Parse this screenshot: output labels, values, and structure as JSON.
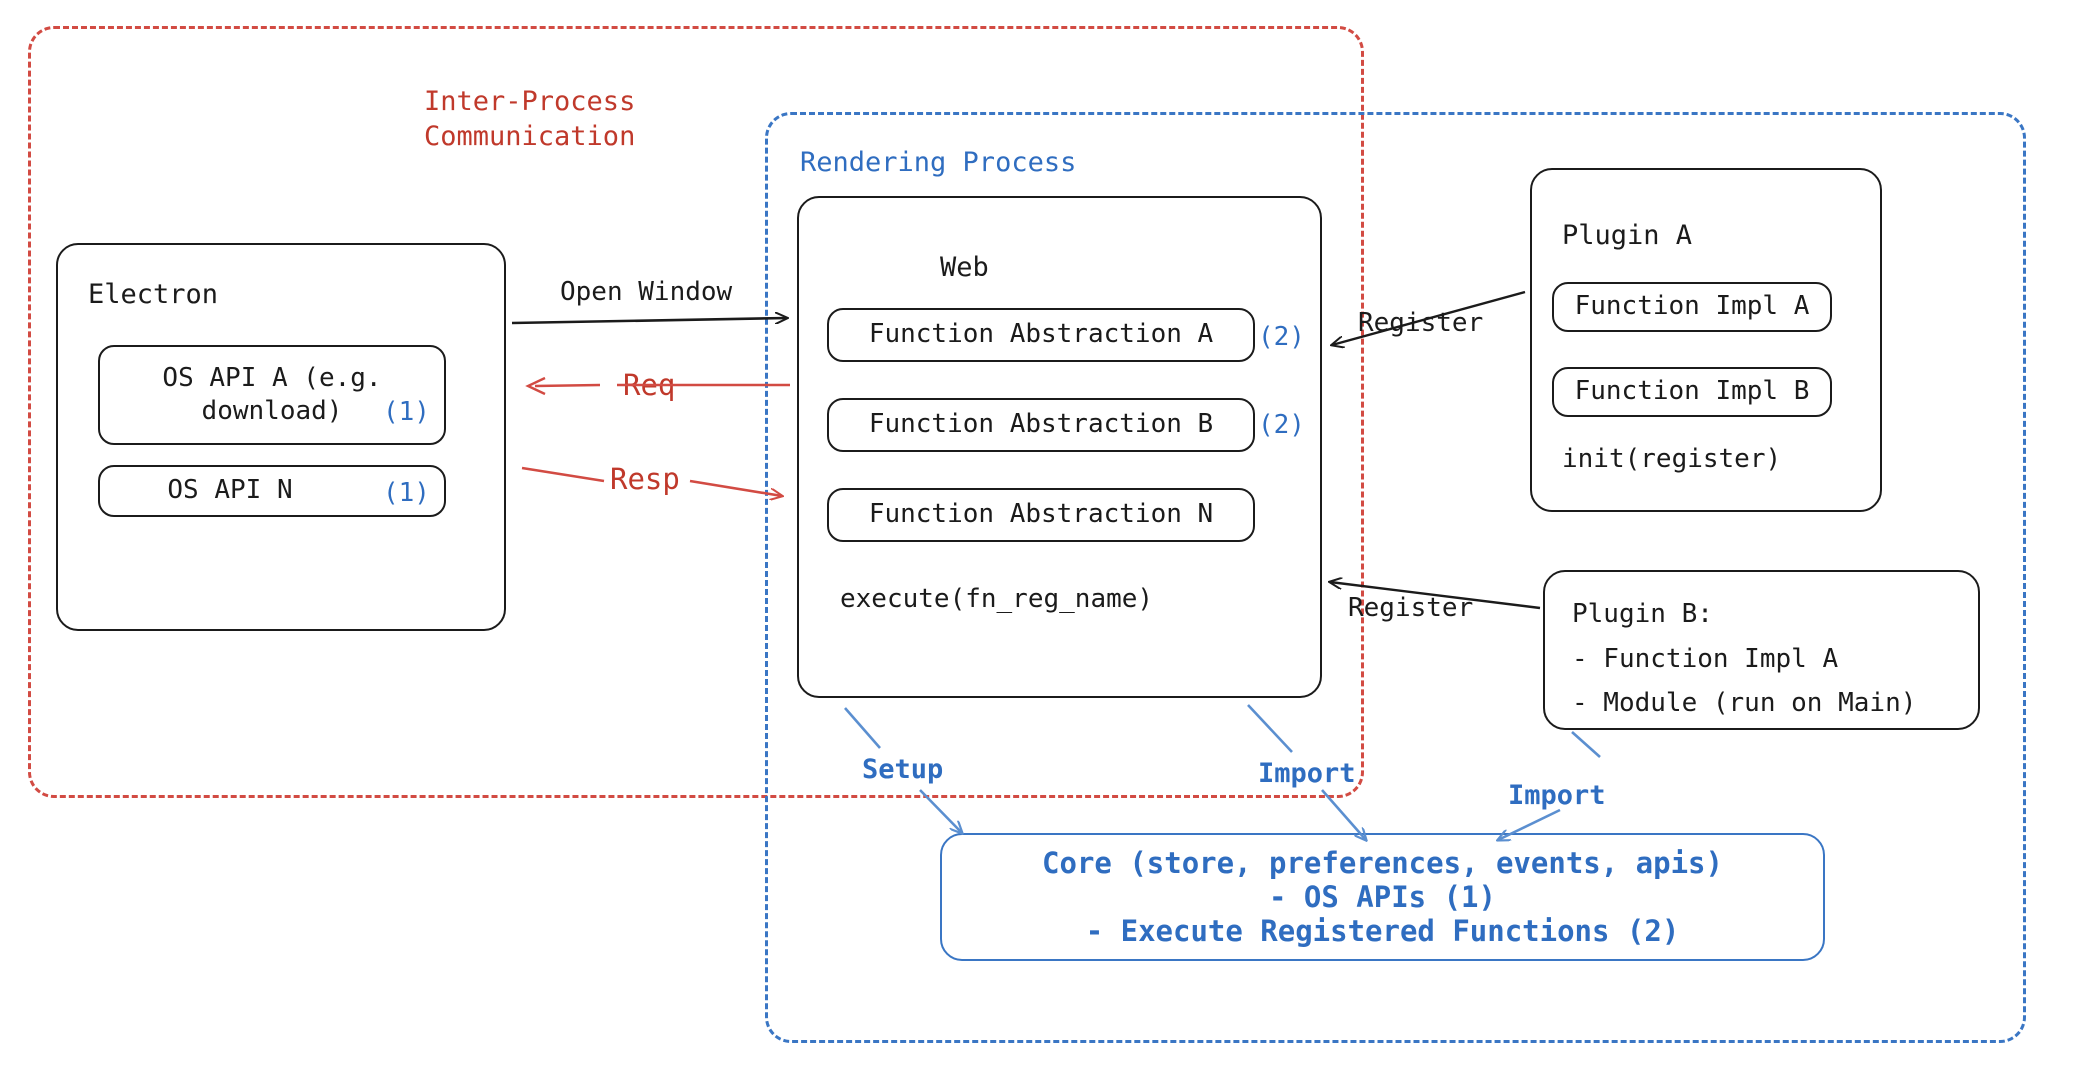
{
  "diagram": {
    "containers": {
      "ipc": {
        "label": "Inter-Process\nCommunication",
        "color": "#c0392b"
      },
      "rendering": {
        "label": "Rendering Process",
        "color": "#2f6dc0"
      }
    },
    "electron": {
      "title": "Electron",
      "apis": [
        {
          "label": "OS API A (e.g.\ndownload)",
          "tag": "(1)"
        },
        {
          "label": "OS API N",
          "tag": "(1)"
        }
      ]
    },
    "web": {
      "title": "Web",
      "abstractions": [
        {
          "label": "Function Abstraction A",
          "tag": "(2)"
        },
        {
          "label": "Function Abstraction B",
          "tag": "(2)"
        },
        {
          "label": "Function Abstraction N",
          "tag": ""
        }
      ],
      "execute": "execute(fn_reg_name)"
    },
    "plugin_a": {
      "title": "Plugin A",
      "items": [
        "Function Impl A",
        "Function Impl B"
      ],
      "init": "init(register)"
    },
    "plugin_b": {
      "title": "Plugin B:",
      "lines": [
        "- Function Impl A",
        "- Module (run on Main)"
      ]
    },
    "core": {
      "lines": [
        "Core (store, preferences, events, apis)",
        "- OS APIs (1)",
        "- Execute Registered Functions (2)"
      ]
    },
    "edges": {
      "open_window": "Open Window",
      "req": "Req",
      "resp": "Resp",
      "register_a": "Register",
      "register_b": "Register",
      "setup": "Setup",
      "import_web": "Import",
      "import_plugin": "Import"
    },
    "colors": {
      "red": "#c0392b",
      "red_dash": "#d24b43",
      "blue": "#2f6dc0",
      "blue_dash": "#3a76c4",
      "blue_arrow": "#5b8fd0",
      "black": "#1b1b1b"
    }
  }
}
